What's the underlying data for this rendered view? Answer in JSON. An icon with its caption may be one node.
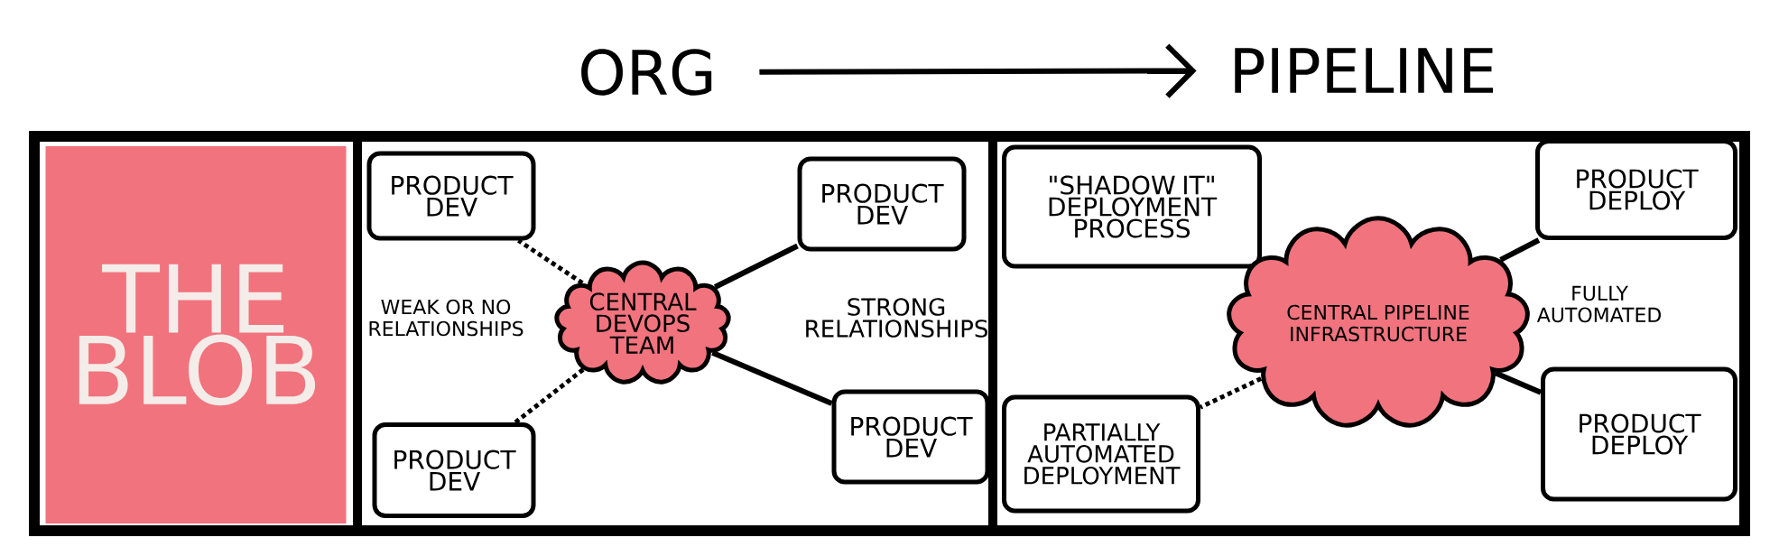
{
  "diagram": {
    "nodes": [
      {
        "text": [
          "ORG"
        ]
      },
      {
        "text": [
          "PIPELINE"
        ]
      },
      {
        "text": [
          "THE BLOB"
        ]
      },
      {
        "text": [
          "PRODUCT DEV"
        ]
      },
      {
        "text": [
          "PRODUCT DEV"
        ]
      },
      {
        "text": [
          "CENTRAL DEVOPS TEAM"
        ]
      },
      {
        "text": [
          "PRODUCT DEV"
        ]
      },
      {
        "text": [
          "PRODUCT DEV"
        ]
      },
      {
        "text": [
          "\"SHADOW IT\" DEPLOYMENT PROCESS"
        ]
      },
      {
        "text": [
          "PRODUCT DEPLOY"
        ]
      },
      {
        "text": [
          "CENTRAL PIPELINE INFRASTRUCTURE"
        ]
      },
      {
        "text": [
          "PARTIALLY AUTOMATED DEPLOYMENT"
        ]
      },
      {
        "text": [
          "PRODUCT DEPLOY"
        ]
      }
    ],
    "edges": [
      {
        "from": 0,
        "to": 1,
        "arrow": "to"
      },
      {
        "from": 5,
        "to": 3,
        "arrow": "none",
        "style": "dashed"
      },
      {
        "from": 5,
        "to": 4,
        "arrow": "none"
      },
      {
        "from": 5,
        "to": 6,
        "arrow": "none",
        "style": "dashed"
      },
      {
        "from": 5,
        "to": 7,
        "arrow": "none"
      },
      {
        "from": 10,
        "to": 9,
        "arrow": "none"
      },
      {
        "from": 10,
        "to": 11,
        "arrow": "none",
        "style": "dashed"
      },
      {
        "from": 10,
        "to": 12,
        "arrow": "none"
      }
    ],
    "labels": [
      "WEAK OR NO RELATIONSHIPS",
      "STRONG RELATIONSHIPS",
      "FULLY AUTOMATED"
    ]
  }
}
